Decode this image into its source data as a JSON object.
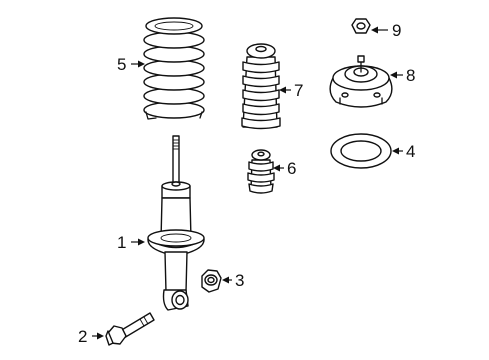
{
  "callouts": [
    {
      "number": "1"
    },
    {
      "number": "2"
    },
    {
      "number": "3"
    },
    {
      "number": "4"
    },
    {
      "number": "5"
    },
    {
      "number": "6"
    },
    {
      "number": "7"
    },
    {
      "number": "8"
    },
    {
      "number": "9"
    }
  ]
}
